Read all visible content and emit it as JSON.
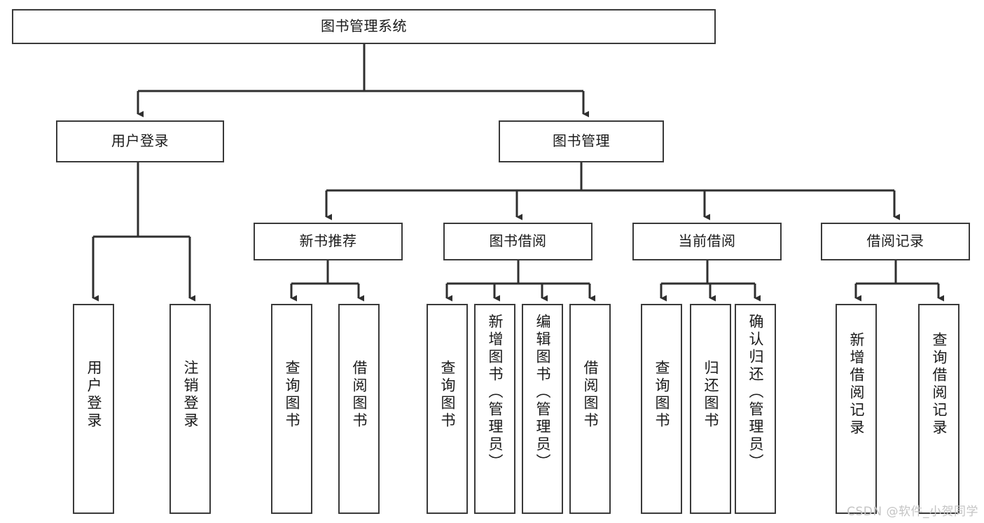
{
  "diagram": {
    "title": "图书管理系统",
    "root": {
      "label": "图书管理系统"
    },
    "level2": [
      {
        "label": "用户登录"
      },
      {
        "label": "图书管理"
      }
    ],
    "level3": [
      {
        "label": "新书推荐"
      },
      {
        "label": "图书借阅"
      },
      {
        "label": "当前借阅"
      },
      {
        "label": "借阅记录"
      }
    ],
    "leaves": {
      "user_login": [
        {
          "label": "用户登录"
        },
        {
          "label": "注销登录"
        }
      ],
      "new_book_recommend": [
        {
          "label": "查询图书"
        },
        {
          "label": "借阅图书"
        }
      ],
      "book_borrow": [
        {
          "label": "查询图书"
        },
        {
          "label": "新增图书（管理员）"
        },
        {
          "label": "编辑图书（管理员）"
        },
        {
          "label": "借阅图书"
        }
      ],
      "current_borrow": [
        {
          "label": "查询图书"
        },
        {
          "label": "归还图书"
        },
        {
          "label": "确认归还（管理员）"
        }
      ],
      "borrow_record": [
        {
          "label": "新增借阅记录"
        },
        {
          "label": "查询借阅记录"
        }
      ]
    }
  },
  "watermark": {
    "text": "CSDN @软件_小贺同学"
  },
  "colors": {
    "background": "#ffffff",
    "box_border": "#3a3a3a",
    "connector": "#2f2f2f",
    "text": "#1a1a1a",
    "watermark": "#c4c4c4"
  }
}
